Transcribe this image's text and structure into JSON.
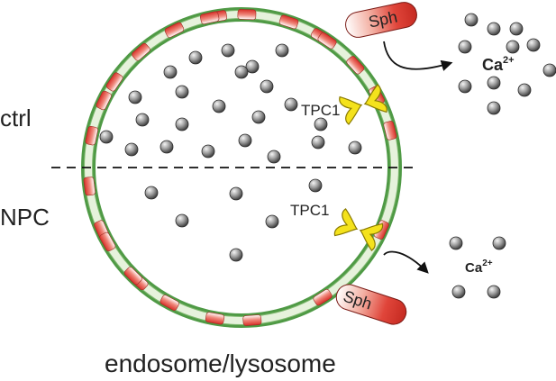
{
  "labels": {
    "top_condition": "ctrl",
    "bottom_condition": "NPC",
    "compartment": "endosome/lysosome",
    "channel_top": "TPC1",
    "channel_bottom": "TPC1",
    "sph_top": "Sph",
    "sph_bottom": "Sph",
    "ion_top_base": "Ca",
    "ion_top_charge": "2+",
    "ion_bottom_base": "Ca",
    "ion_bottom_charge": "2+"
  },
  "colors": {
    "membrane_outer": "#4f9a45",
    "membrane_inner": "#e6f2dc",
    "lipid_red": "#d9302a",
    "channel_yellow": "#f4e21c",
    "channel_edge": "#8a7a00",
    "ion_dark": "#4a4a4a",
    "ion_light": "#f0f0f0"
  },
  "icons": {
    "ion": "calcium-ion-sphere",
    "channel": "tpc1-channel-shape",
    "sphingosine": "sphingosine-lipid-pill",
    "membrane_lipid": "sphingolipid-band"
  }
}
